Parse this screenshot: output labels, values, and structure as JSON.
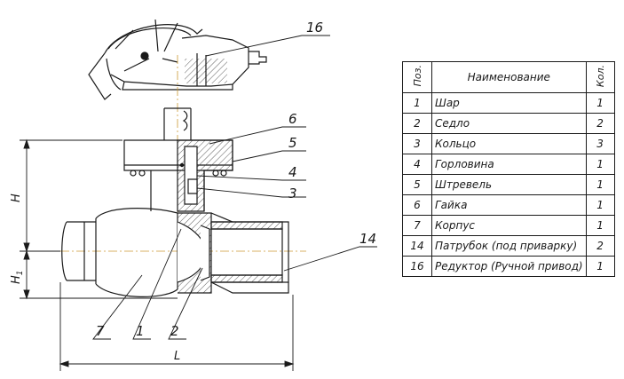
{
  "table": {
    "headers": {
      "pos": "Поз.",
      "name": "Наименование",
      "qty": "Кол."
    },
    "rows": [
      {
        "pos": "1",
        "name": "Шар",
        "qty": "1"
      },
      {
        "pos": "2",
        "name": "Седло",
        "qty": "2"
      },
      {
        "pos": "3",
        "name": "Кольцо",
        "qty": "3"
      },
      {
        "pos": "4",
        "name": "Горловина",
        "qty": "1"
      },
      {
        "pos": "5",
        "name": "Штревель",
        "qty": "1"
      },
      {
        "pos": "6",
        "name": "Гайка",
        "qty": "1"
      },
      {
        "pos": "7",
        "name": "Корпус",
        "qty": "1"
      },
      {
        "pos": "14",
        "name": "Патрубок (под приварку)",
        "qty": "2"
      },
      {
        "pos": "16",
        "name": "Редуктор (Ручной привод)",
        "qty": "1"
      }
    ]
  },
  "callouts": {
    "c16": "16",
    "c6": "6",
    "c5": "5",
    "c4": "4",
    "c3": "3",
    "c14": "14",
    "c7": "7",
    "c1": "1",
    "c2": "2"
  },
  "dimensions": {
    "H": "H",
    "H1": "H",
    "H1_sub": "1",
    "L": "L"
  }
}
